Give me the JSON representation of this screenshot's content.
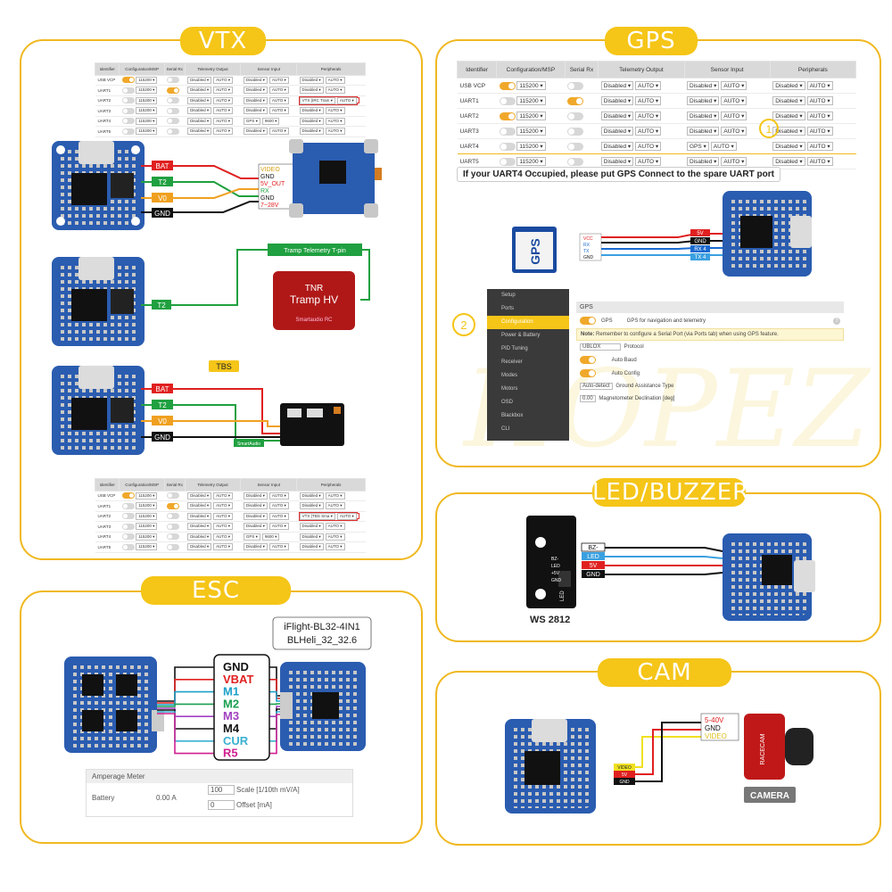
{
  "sections": {
    "vtx": "VTX",
    "gps": "GPS",
    "led_buzzer": "LED/BUZZER",
    "esc": "ESC",
    "cam": "CAM"
  },
  "watermark": "HOPEZ",
  "ports_table": {
    "headers": [
      "Identifier",
      "Configuration/MSP",
      "Serial Rx",
      "Telemetry Output",
      "Sensor Input",
      "Peripherals"
    ],
    "baud": "115200",
    "disabled": "Disabled",
    "auto": "AUTO",
    "gps_sensor": "GPS",
    "gps_baud": "9600",
    "vtx_tramp": "VTX (IRC Tram",
    "vtx_tbs": "VTX (TBS Sma",
    "rows": [
      "USB VCP",
      "UART1",
      "UART2",
      "UART3",
      "UART4",
      "UART5"
    ]
  },
  "vtx": {
    "wires": [
      "BAT",
      "T2",
      "V0",
      "GND"
    ],
    "vtx_pins": [
      "VIDEO",
      "GND",
      "5V_OUT",
      "RX",
      "GND",
      "7~28V"
    ],
    "tramp_wire": "T2",
    "tramp_label": "Tramp Telemetry T-pin",
    "tramp_brand": "TNR",
    "tramp_name": "Tramp HV",
    "tramp_sub": "Smartaudio RC",
    "tbs_label": "TBS",
    "tbs_wires": [
      "BAT",
      "T2",
      "V0",
      "GND"
    ],
    "tbs_tag": "SmartAudio"
  },
  "gps": {
    "note": "If your UART4 Occupied, please put GPS Connect to the spare UART port",
    "module_label": "GPS",
    "module_pins": [
      "VCC",
      "RX",
      "TX",
      "GND"
    ],
    "fc_wires": [
      "5V",
      "GND",
      "RX 4",
      "TX 4"
    ],
    "step1": "1",
    "step2": "2",
    "menu": [
      "Setup",
      "Ports",
      "Configuration",
      "Power & Battery",
      "PID Tuning",
      "Receiver",
      "Modes",
      "Motors",
      "OSD",
      "Blackbox",
      "CLI"
    ],
    "panel_title": "GPS",
    "gps_toggle_label": "GPS",
    "gps_toggle_desc": "GPS for navigation and telemetry",
    "note_bold": "Note:",
    "note_text": "Remember to configure a Serial Port (via Ports tab) when using GPS feature.",
    "protocol_value": "UBLOX",
    "protocol_label": "Protocol",
    "auto_baud": "Auto Baud",
    "auto_config": "Auto Config",
    "ground_value": "Auto-detect",
    "ground_label": "Ground Assistance Type",
    "mag_value": "0.00",
    "mag_label": "Magnetometer Declination [deg]",
    "help": "?"
  },
  "led": {
    "wires": [
      "BZ-",
      "LED",
      "5V",
      "GND"
    ],
    "board_pins": [
      "BZ-",
      "LED",
      "+5V",
      "GND"
    ],
    "board_mark": "LED",
    "label": "WS 2812"
  },
  "esc": {
    "esc_name": "iFlight-BL32-4IN1",
    "esc_fw": "BLHeli_32_32.6",
    "pins": [
      {
        "label": "GND",
        "color": "#111111"
      },
      {
        "label": "VBAT",
        "color": "#e02020"
      },
      {
        "label": "M1",
        "color": "#1aa0c8"
      },
      {
        "label": "M2",
        "color": "#1aa050"
      },
      {
        "label": "M3",
        "color": "#a040c0"
      },
      {
        "label": "M4",
        "color": "#111111"
      },
      {
        "label": "CUR",
        "color": "#3ab0d0"
      },
      {
        "label": "R5",
        "color": "#d02090"
      }
    ],
    "amp_title": "Amperage Meter",
    "battery_label": "Battery",
    "battery_value": "0.00 A",
    "scale_value": "100",
    "scale_label": "Scale [1/10th mV/A]",
    "offset_value": "0",
    "offset_label": "Offset [mA]"
  },
  "cam": {
    "cam_pins": [
      "5-40V",
      "GND",
      "VIDEO"
    ],
    "fc_wires": [
      "VIDEO",
      "5V",
      "GND"
    ],
    "label": "CAMERA",
    "brand": "RACECAM"
  },
  "colors": {
    "accent": "#f5c518",
    "pcb": "#2a5cb0",
    "red": "#e02020",
    "green": "#20a040",
    "orange": "#f0a020",
    "blue": "#2080d0"
  }
}
